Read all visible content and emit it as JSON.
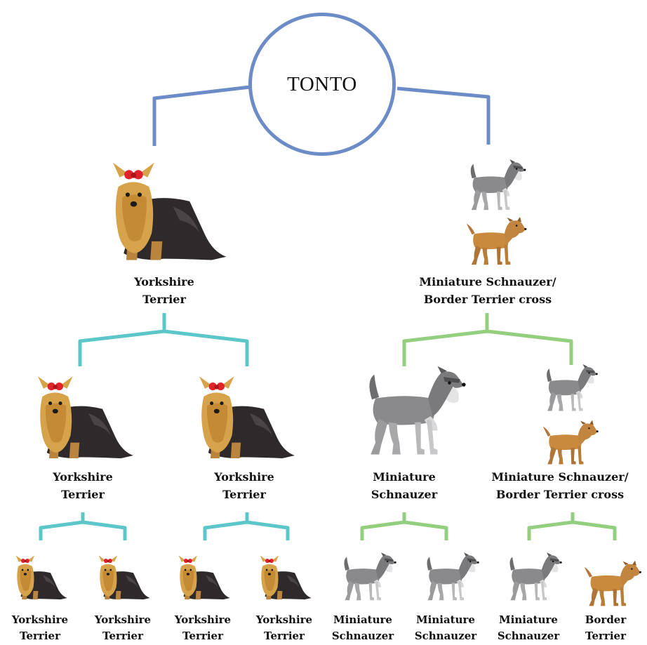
{
  "root": {
    "name": "TONTO"
  },
  "colors": {
    "root_lines": "#6c8cc7",
    "yorkie_lines": "#5cc6c8",
    "schnauzer_lines": "#93cf7e",
    "yorkie_coat": "#2e2a2c",
    "yorkie_face": "#d6a24a",
    "yorkie_bow": "#e0222a",
    "schnauzer_coat": "#8a8a8c",
    "border_coat": "#c98a3e"
  },
  "parents": {
    "left": {
      "line1": "Yorkshire",
      "line2": "Terrier",
      "icon": "yorkshire-terrier-icon"
    },
    "right": {
      "line1": "Miniature Schnauzer/",
      "line2": "Border Terrier cross",
      "icon": "schnauzer-border-cross-icon"
    }
  },
  "grandparents": [
    {
      "line1": "Yorkshire",
      "line2": "Terrier",
      "icon": "yorkshire-terrier-icon"
    },
    {
      "line1": "Yorkshire",
      "line2": "Terrier",
      "icon": "yorkshire-terrier-icon"
    },
    {
      "line1": "Miniature",
      "line2": "Schnauzer",
      "icon": "miniature-schnauzer-icon"
    },
    {
      "line1": "Miniature Schnauzer/",
      "line2": "Border Terrier cross",
      "icon": "schnauzer-border-cross-icon"
    }
  ],
  "great_grandparents": [
    {
      "line1": "Yorkshire",
      "line2": "Terrier",
      "icon": "yorkshire-terrier-icon"
    },
    {
      "line1": "Yorkshire",
      "line2": "Terrier",
      "icon": "yorkshire-terrier-icon"
    },
    {
      "line1": "Yorkshire",
      "line2": "Terrier",
      "icon": "yorkshire-terrier-icon"
    },
    {
      "line1": "Yorkshire",
      "line2": "Terrier",
      "icon": "yorkshire-terrier-icon"
    },
    {
      "line1": "Miniature",
      "line2": "Schnauzer",
      "icon": "miniature-schnauzer-icon"
    },
    {
      "line1": "Miniature",
      "line2": "Schnauzer",
      "icon": "miniature-schnauzer-icon"
    },
    {
      "line1": "Miniature",
      "line2": "Schnauzer",
      "icon": "miniature-schnauzer-icon"
    },
    {
      "line1": "Border",
      "line2": "Terrier",
      "icon": "border-terrier-icon"
    }
  ]
}
